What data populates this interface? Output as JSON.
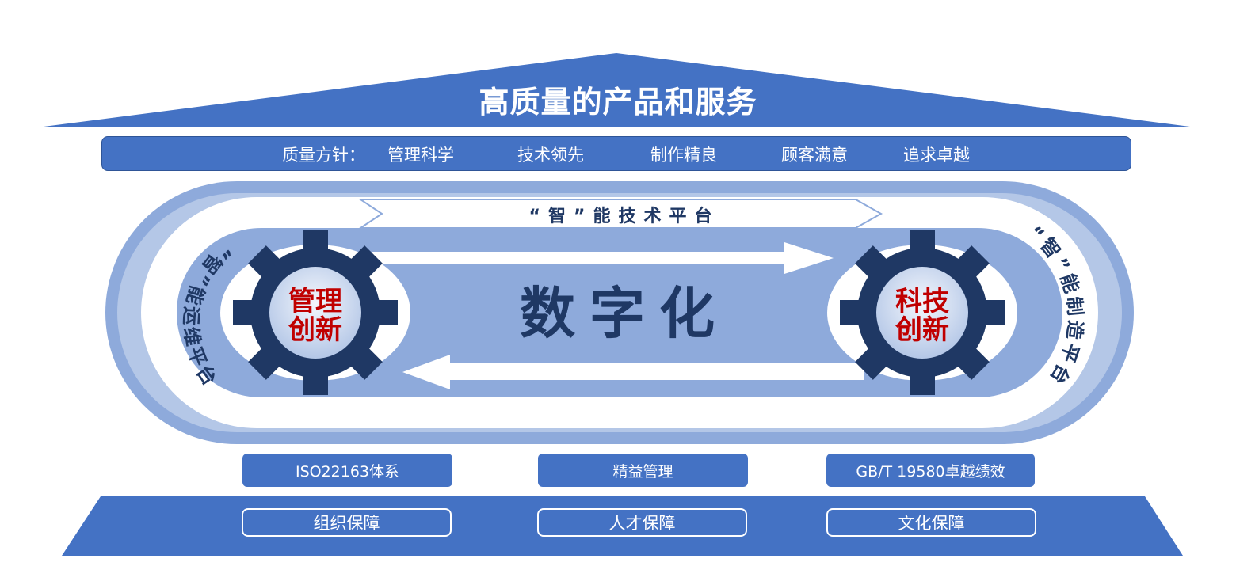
{
  "roof": {
    "title": "高质量的产品和服务"
  },
  "policy": {
    "label": "质量方针：",
    "items": [
      "管理科学",
      "技术领先",
      "制作精良",
      "顾客满意",
      "追求卓越"
    ]
  },
  "loop": {
    "top_label": "“智”能技术平台",
    "left_label": "“智”能运维平台",
    "right_label": "“智”能制造平台",
    "center_title": "数字化"
  },
  "gears": {
    "left": {
      "line1": "管理",
      "line2": "创新"
    },
    "right": {
      "line1": "科技",
      "line2": "创新"
    }
  },
  "systems": [
    "ISO22163体系",
    "精益管理",
    "GB/T 19580卓越绩效"
  ],
  "supports": [
    "组织保障",
    "人才保障",
    "文化保障"
  ],
  "colors": {
    "primary_blue": "#4472c4",
    "dark_navy": "#1f3864",
    "light_blue": "#8eaadb",
    "pale_blue": "#dae3f3",
    "accent_red": "#c00000"
  }
}
